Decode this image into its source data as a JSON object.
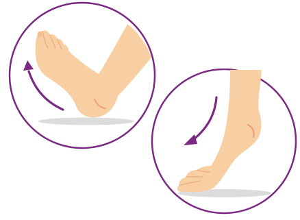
{
  "illustration": {
    "panels": [
      {
        "id": "dorsiflexion",
        "icon": "foot-dorsiflexion-icon",
        "arrow_direction": "up",
        "description_visible": false
      },
      {
        "id": "plantarflexion",
        "icon": "foot-plantarflexion-icon",
        "arrow_direction": "down",
        "description_visible": false
      }
    ],
    "colors": {
      "circle_border": "#7a2a82",
      "arrow": "#7a2a82",
      "skin": "#f8cfa2",
      "skin_shadow": "#eeb184",
      "heel_highlight": "#f2a07a",
      "floor_shadow": "#dcdcdc",
      "background": "#ffffff"
    }
  }
}
